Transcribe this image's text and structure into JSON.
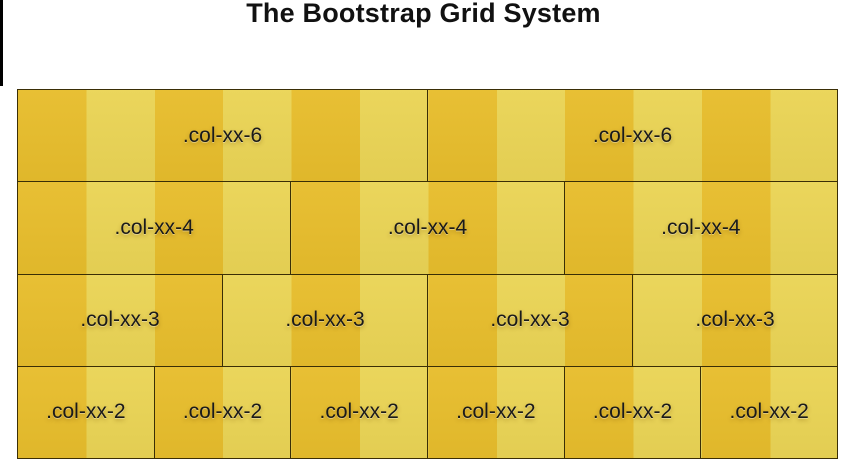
{
  "title": "The Bootstrap Grid System",
  "grid": {
    "columns": 12,
    "stripe_colors": [
      "#e7bd2c",
      "#ead455"
    ],
    "rows": [
      {
        "span": 6,
        "cells": [
          ".col-xx-6",
          ".col-xx-6"
        ]
      },
      {
        "span": 4,
        "cells": [
          ".col-xx-4",
          ".col-xx-4",
          ".col-xx-4"
        ]
      },
      {
        "span": 3,
        "cells": [
          ".col-xx-3",
          ".col-xx-3",
          ".col-xx-3",
          ".col-xx-3"
        ]
      },
      {
        "span": 2,
        "cells": [
          ".col-xx-2",
          ".col-xx-2",
          ".col-xx-2",
          ".col-xx-2",
          ".col-xx-2",
          ".col-xx-2"
        ]
      }
    ]
  }
}
